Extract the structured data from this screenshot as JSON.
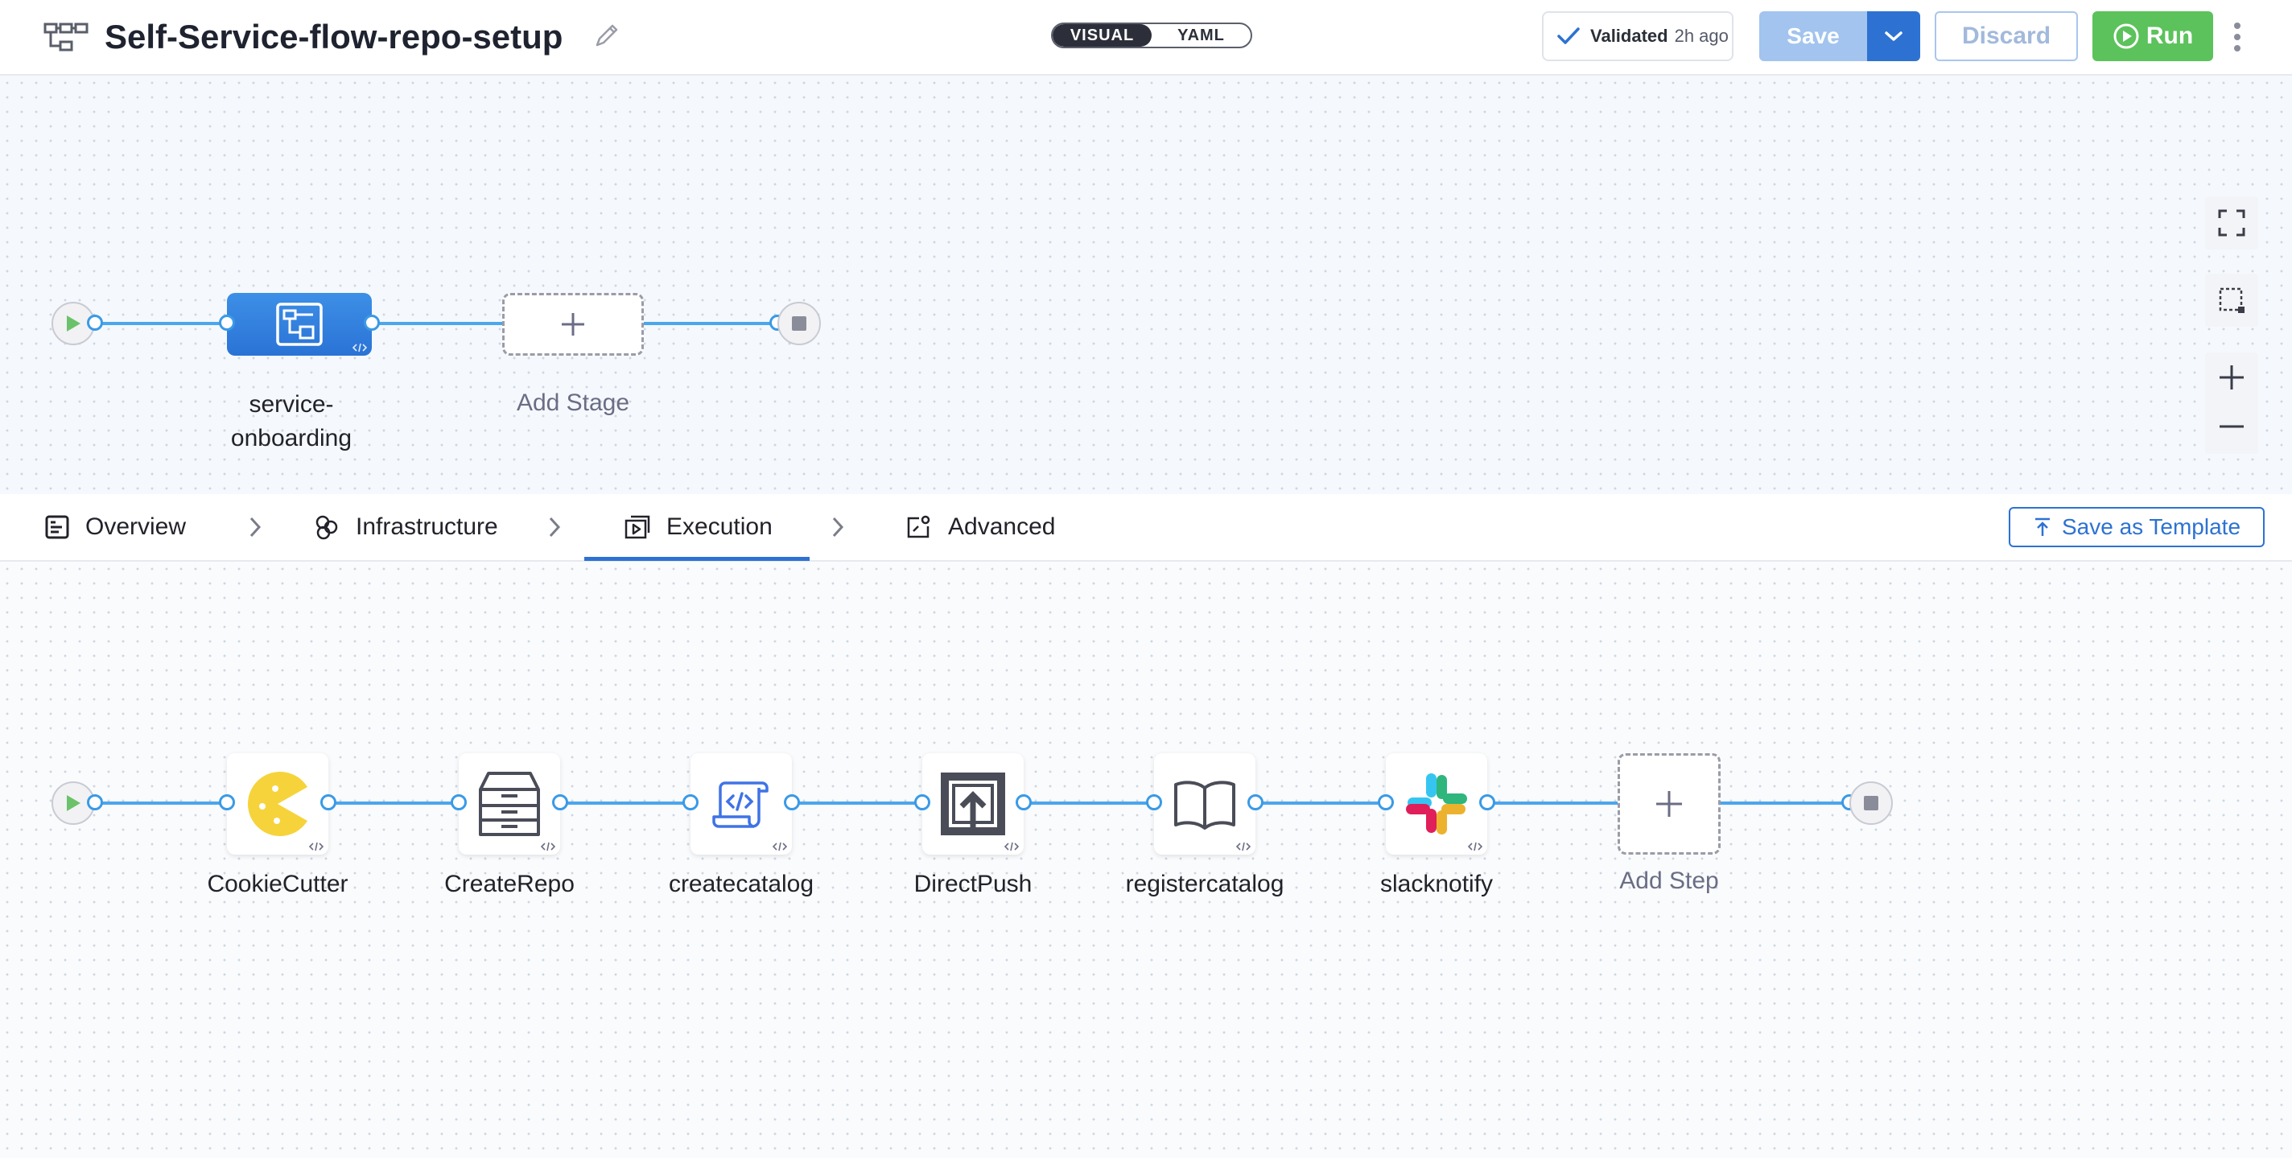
{
  "header": {
    "title": "Self-Service-flow-repo-setup",
    "toggle_visual": "VISUAL",
    "toggle_yaml": "YAML",
    "validated_label": "Validated",
    "validated_time": "2h ago",
    "save_label": "Save",
    "discard_label": "Discard",
    "run_label": "Run"
  },
  "stage_canvas": {
    "stage_name": "service-\nonboarding",
    "add_stage_label": "Add Stage"
  },
  "tabs": {
    "items": [
      {
        "label": "Overview"
      },
      {
        "label": "Infrastructure"
      },
      {
        "label": "Execution"
      },
      {
        "label": "Advanced"
      }
    ],
    "active": "Execution",
    "save_template_label": "Save as Template"
  },
  "steps": [
    {
      "label": "CookieCutter",
      "icon": "cookiecutter-icon"
    },
    {
      "label": "CreateRepo",
      "icon": "cabinet-icon"
    },
    {
      "label": "createcatalog",
      "icon": "scroll-code-icon"
    },
    {
      "label": "DirectPush",
      "icon": "push-upload-icon"
    },
    {
      "label": "registercatalog",
      "icon": "book-icon"
    },
    {
      "label": "slacknotify",
      "icon": "slack-icon"
    }
  ],
  "add_step_label": "Add Step",
  "colors": {
    "primary": "#2d72d2",
    "run_green": "#5cc25c",
    "connector": "#4ba6ee"
  }
}
